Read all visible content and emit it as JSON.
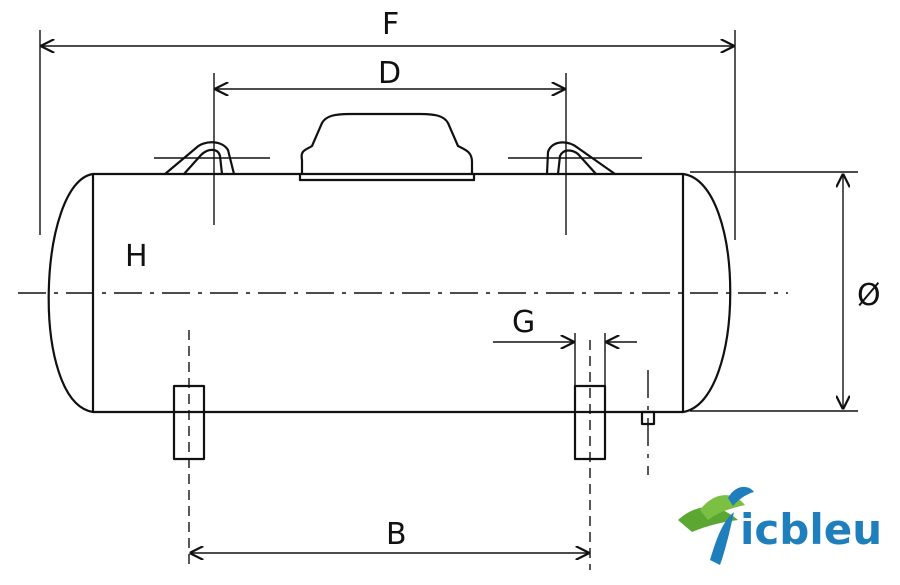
{
  "labels": {
    "F": "F",
    "D": "D",
    "H": "H",
    "diameter": "Ø",
    "G": "G",
    "B": "B"
  },
  "logo": {
    "text": "icbleu",
    "leaf_color": "#5aa832",
    "text_color": "#1f7fbd",
    "bird_icon": "bird-leaf-icon"
  }
}
